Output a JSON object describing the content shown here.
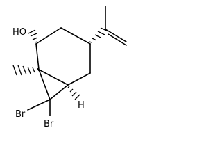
{
  "structure": {
    "labels": {
      "hydroxyl": "HO",
      "hydrogen": "H",
      "bromine_1": "Br",
      "bromine_2": "Br"
    },
    "colors": {
      "ink": "#000000",
      "background": "#ffffff"
    }
  }
}
